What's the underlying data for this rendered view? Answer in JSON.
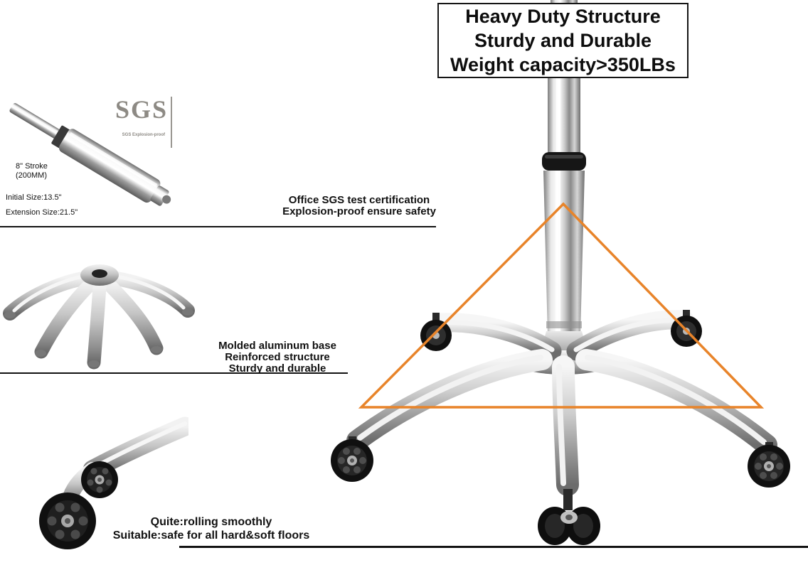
{
  "header": {
    "line1": "Heavy Duty Structure",
    "line2": "Sturdy and Durable",
    "line3": "Weight capacity>350LBs"
  },
  "annotations": {
    "certification": {
      "line1": "Office SGS test certification",
      "line2": "Explosion-proof ensure safety"
    },
    "base": {
      "line1": "Molded aluminum base",
      "line2": "Reinforced structure",
      "line3": "Sturdy and durable"
    },
    "casters": {
      "line1": "Quite:rolling smoothly",
      "line2": "Suitable:safe for all hard&soft floors"
    }
  },
  "gas_lift": {
    "logo": "SGS",
    "logo_sub": "SGS Explosion-proof",
    "stroke_line1": "8\" Stroke",
    "stroke_line2": "(200MM)",
    "initial_size": "Initial Size:13.5\"",
    "extension_size": "Extension Size:21.5\""
  },
  "colors": {
    "triangle": "#E8842A",
    "text": "#111111",
    "logo_gray": "#8d8a84"
  }
}
